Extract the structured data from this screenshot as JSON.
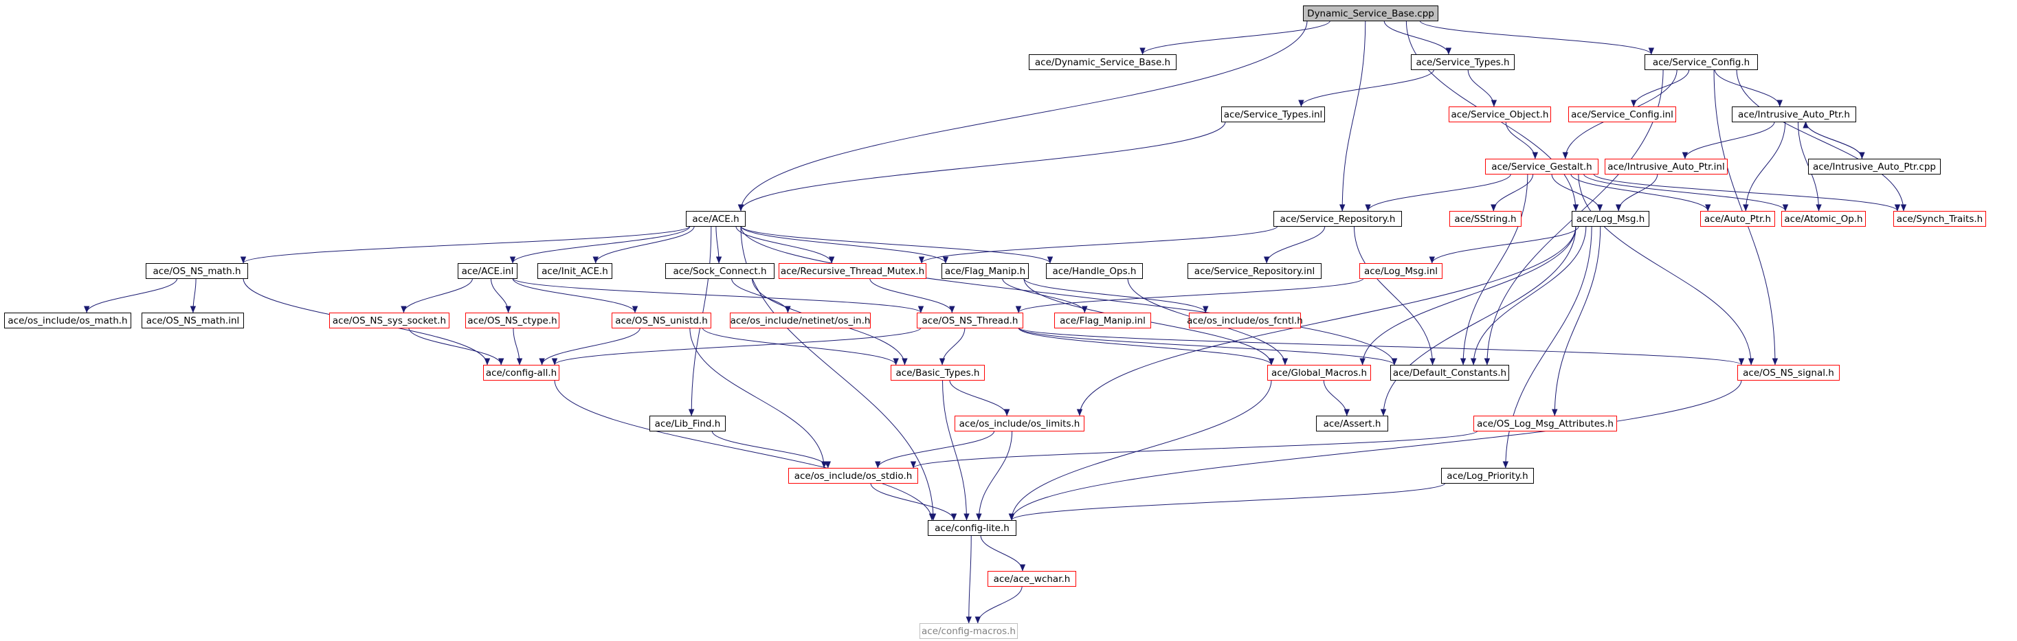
{
  "colors": {
    "edge": "#191970",
    "border_documented": "#000000",
    "border_undocumented": "#ff0000",
    "border_missing": "#bfbfbf",
    "root_fill": "#bfbfbf"
  },
  "nodes": {
    "dsb_cpp": "Dynamic_Service_Base.cpp",
    "dsb_h": "ace/Dynamic_Service_Base.h",
    "svc_types_h": "ace/Service_Types.h",
    "svc_config_h": "ace/Service_Config.h",
    "svc_types_inl": "ace/Service_Types.inl",
    "svc_object_h": "ace/Service_Object.h",
    "svc_config_inl": "ace/Service_Config.inl",
    "iap_h": "ace/Intrusive_Auto_Ptr.h",
    "svc_gestalt_h": "ace/Service_Gestalt.h",
    "iap_inl": "ace/Intrusive_Auto_Ptr.inl",
    "iap_cpp": "ace/Intrusive_Auto_Ptr.cpp",
    "ace_h": "ace/ACE.h",
    "svc_repo_h": "ace/Service_Repository.h",
    "sstring_h": "ace/SString.h",
    "log_msg_h": "ace/Log_Msg.h",
    "auto_ptr_h": "ace/Auto_Ptr.h",
    "atomic_op_h": "ace/Atomic_Op.h",
    "synch_traits_h": "ace/Synch_Traits.h",
    "os_ns_math_h": "ace/OS_NS_math.h",
    "ace_inl": "ace/ACE.inl",
    "init_ace_h": "ace/Init_ACE.h",
    "sock_connect_h": "ace/Sock_Connect.h",
    "rtm_h": "ace/Recursive_Thread_Mutex.h",
    "flag_manip_h": "ace/Flag_Manip.h",
    "handle_ops_h": "ace/Handle_Ops.h",
    "svc_repo_inl": "ace/Service_Repository.inl",
    "log_msg_inl": "ace/Log_Msg.inl",
    "os_math_h": "ace/os_include/os_math.h",
    "os_ns_math_inl": "ace/OS_NS_math.inl",
    "os_ns_sys_socket_h": "ace/OS_NS_sys_socket.h",
    "os_ns_ctype_h": "ace/OS_NS_ctype.h",
    "os_ns_unistd_h": "ace/OS_NS_unistd.h",
    "os_in_h": "ace/os_include/netinet/os_in.h",
    "os_ns_thread_h": "ace/OS_NS_Thread.h",
    "flag_manip_inl": "ace/Flag_Manip.inl",
    "os_fcntl_h": "ace/os_include/os_fcntl.h",
    "config_all_h": "ace/config-all.h",
    "basic_types_h": "ace/Basic_Types.h",
    "global_macros_h": "ace/Global_Macros.h",
    "default_constants_h": "ace/Default_Constants.h",
    "os_ns_signal_h": "ace/OS_NS_signal.h",
    "lib_find_h": "ace/Lib_Find.h",
    "os_limits_h": "ace/os_include/os_limits.h",
    "assert_h": "ace/Assert.h",
    "os_log_msg_attr_h": "ace/OS_Log_Msg_Attributes.h",
    "os_stdio_h": "ace/os_include/os_stdio.h",
    "log_priority_h": "ace/Log_Priority.h",
    "config_lite_h": "ace/config-lite.h",
    "ace_wchar_h": "ace/ace_wchar.h",
    "config_macros_h": "ace/config-macros.h"
  }
}
